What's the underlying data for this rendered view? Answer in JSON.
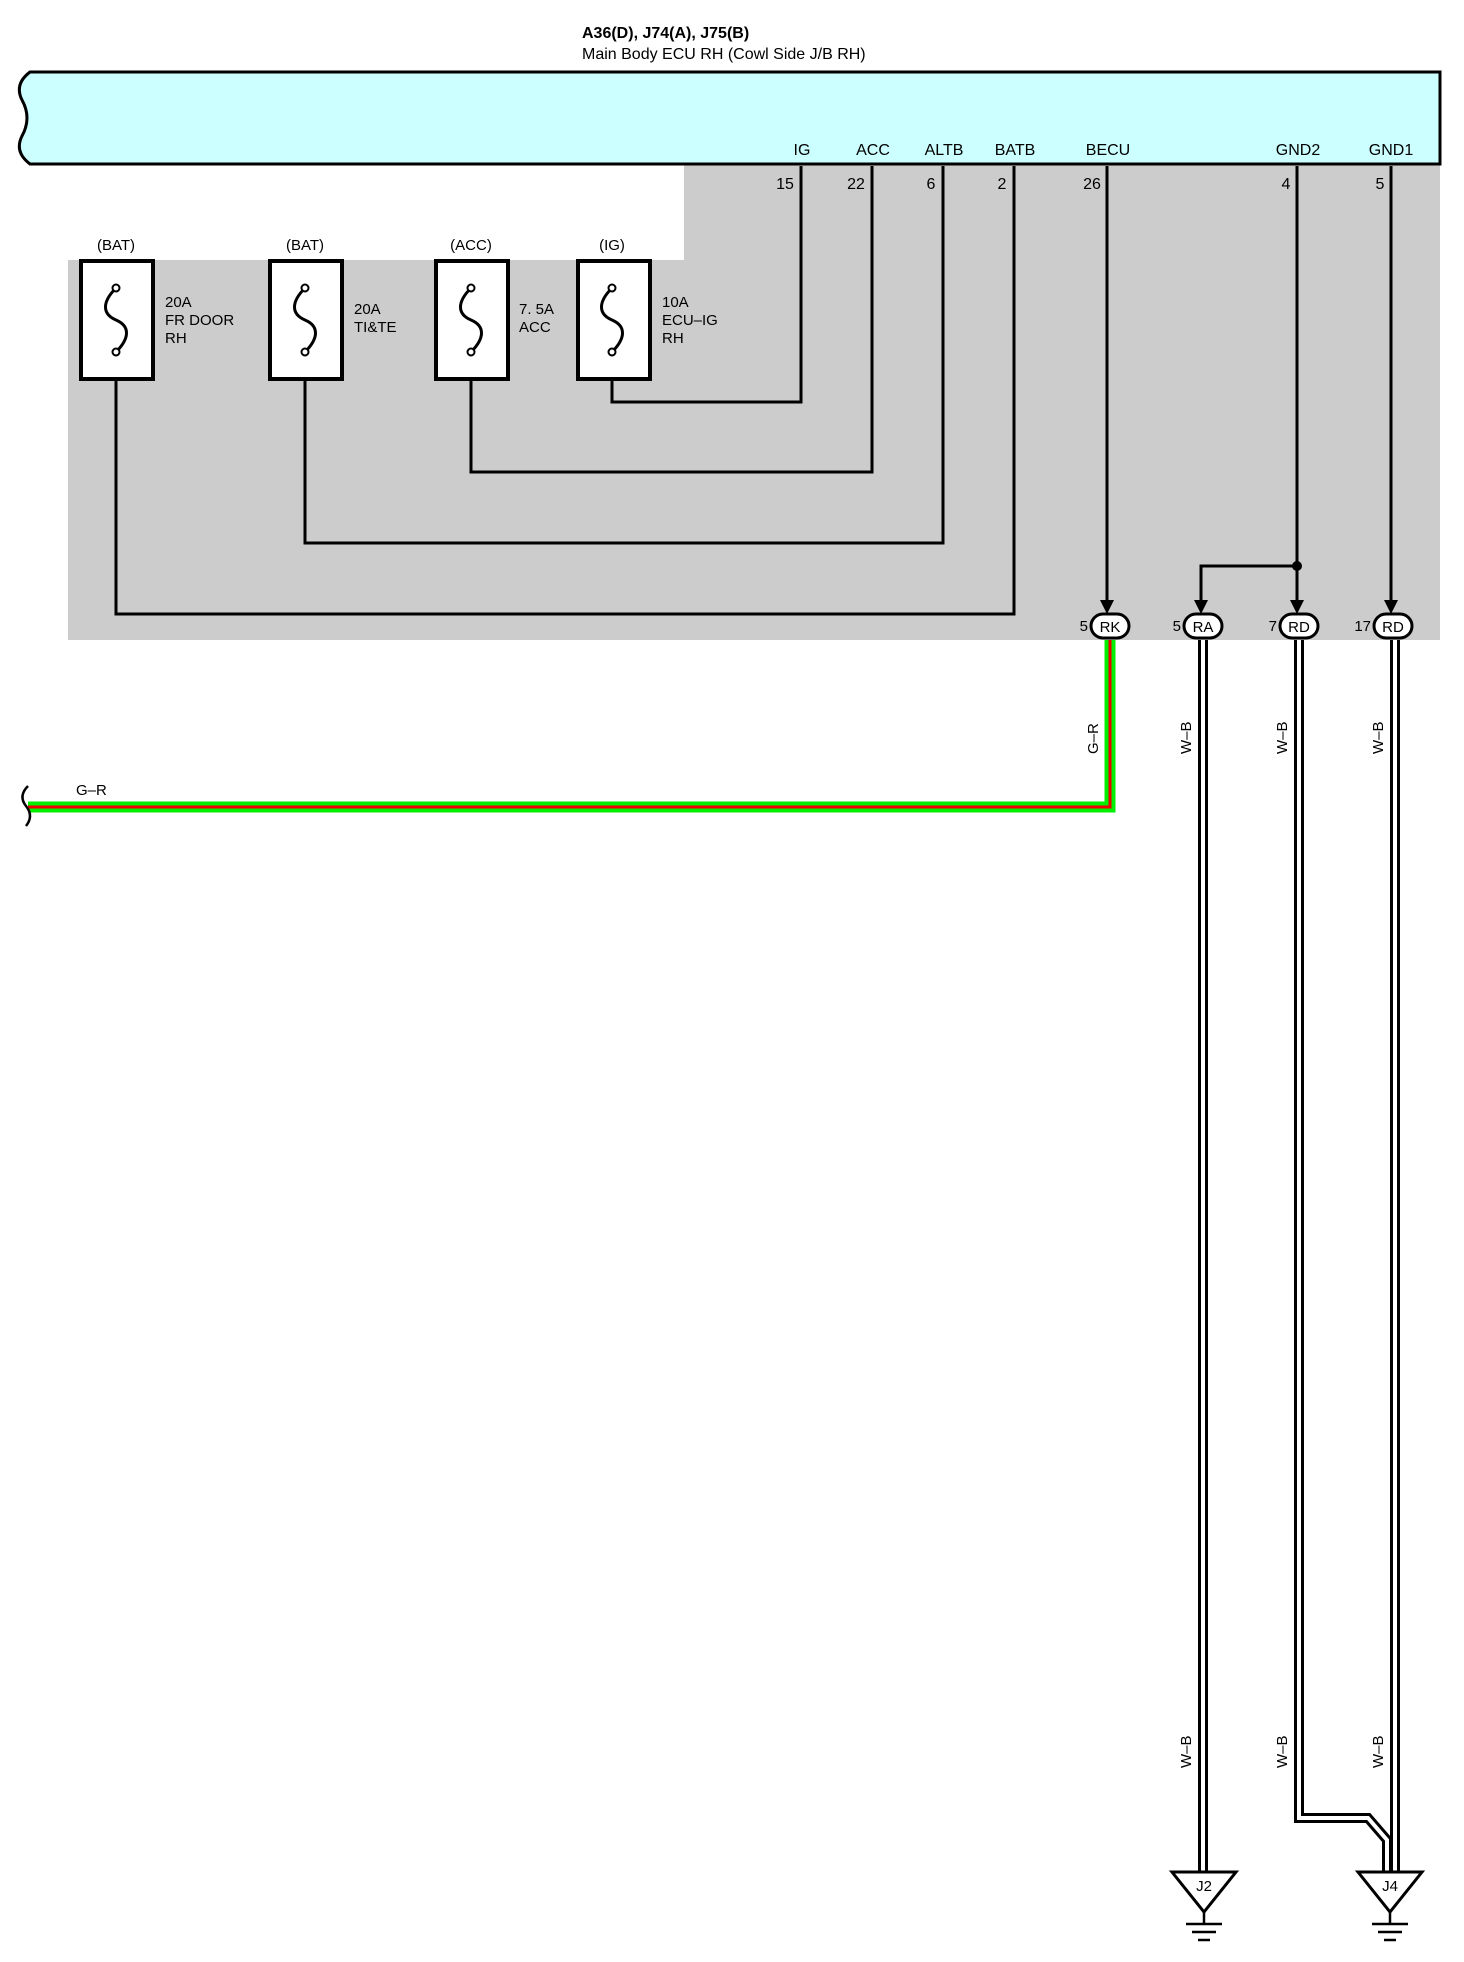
{
  "header": {
    "connectors": "A36(D), J74(A), J75(B)",
    "component": "Main Body ECU RH (Cowl Side J/B RH)"
  },
  "terminals": [
    {
      "name": "IG",
      "pin": "15"
    },
    {
      "name": "ACC",
      "pin": "22"
    },
    {
      "name": "ALTB",
      "pin": "6"
    },
    {
      "name": "BATB",
      "pin": "2"
    },
    {
      "name": "BECU",
      "pin": "26"
    },
    {
      "name": "GND2",
      "pin": "4"
    },
    {
      "name": "GND1",
      "pin": "5"
    }
  ],
  "fuses": [
    {
      "source": "(BAT)",
      "rating": "20A",
      "name_l1": "FR DOOR",
      "name_l2": "RH"
    },
    {
      "source": "(BAT)",
      "rating": "20A",
      "name_l1": "TI&TE",
      "name_l2": ""
    },
    {
      "source": "(ACC)",
      "rating": "7. 5A",
      "name_l1": "ACC",
      "name_l2": ""
    },
    {
      "source": "(IG)",
      "rating": "10A",
      "name_l1": "ECU–IG",
      "name_l2": "RH"
    }
  ],
  "connectors": [
    {
      "pin": "5",
      "code": "RK"
    },
    {
      "pin": "5",
      "code": "RA"
    },
    {
      "pin": "7",
      "code": "RD"
    },
    {
      "pin": "17",
      "code": "RD"
    }
  ],
  "wires": {
    "g_r": "G–R",
    "w_b": "W–B"
  },
  "grounds": [
    "J2",
    "J4"
  ],
  "colors": {
    "ecu_fill": "#ccffff",
    "junction_block_fill": "#cccccc",
    "wire_green": "#00ee00",
    "wire_red": "#ee0000"
  }
}
